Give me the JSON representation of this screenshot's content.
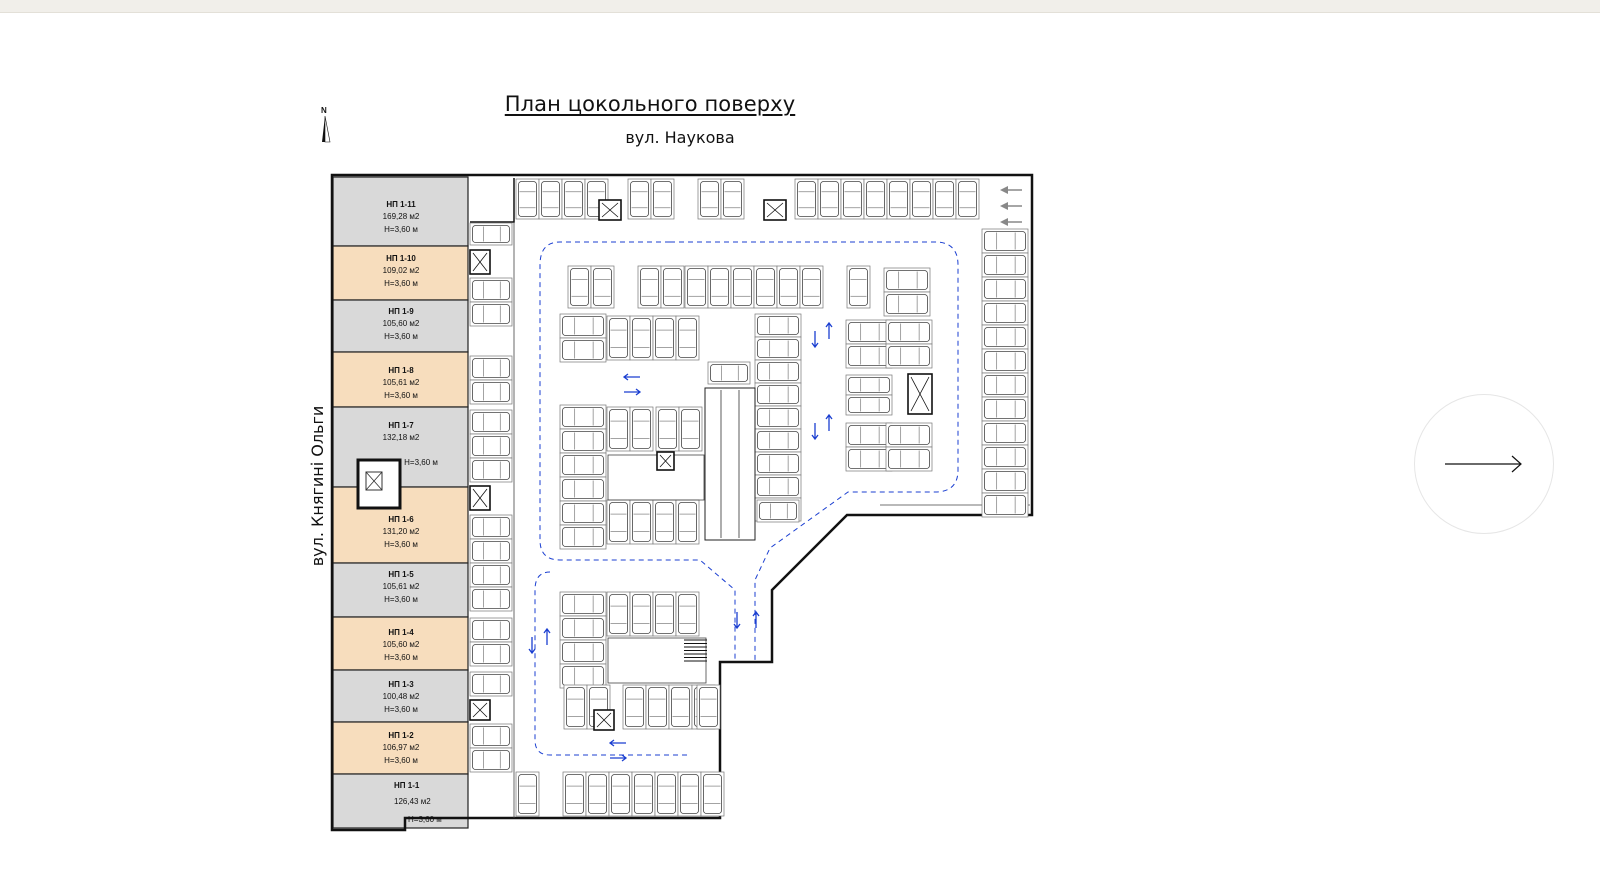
{
  "title": "План цокольного поверху",
  "street_top": "вул. Наукова",
  "street_left": "вул. Княгині Ольги",
  "north_label": "N",
  "colors": {
    "commercial_grey": "#d9d9d9",
    "commercial_peach": "#f7ddbd",
    "wall": "#111111",
    "arrow": "#1b3fd1",
    "background": "#ffffff"
  },
  "units": [
    {
      "name": "НП 1-11",
      "area": "169,28 м2",
      "height": "H=3,60 м",
      "color": "grey"
    },
    {
      "name": "НП 1-10",
      "area": "109,02 м2",
      "height": "H=3,60 м",
      "color": "peach"
    },
    {
      "name": "НП 1-9",
      "area": "105,60 м2",
      "height": "H=3,60 м",
      "color": "grey"
    },
    {
      "name": "НП 1-8",
      "area": "105,61 м2",
      "height": "H=3,60 м",
      "color": "peach"
    },
    {
      "name": "НП 1-7",
      "area": "132,18 м2",
      "height": "H=3,60 м",
      "color": "grey"
    },
    {
      "name": "НП 1-6",
      "area": "131,20 м2",
      "height": "H=3,60 м",
      "color": "peach"
    },
    {
      "name": "НП 1-5",
      "area": "105,61 м2",
      "height": "H=3,60 м",
      "color": "grey"
    },
    {
      "name": "НП 1-4",
      "area": "105,60 м2",
      "height": "H=3,60 м",
      "color": "peach"
    },
    {
      "name": "НП 1-3",
      "area": "100,48 м2",
      "height": "H=3,60 м",
      "color": "grey"
    },
    {
      "name": "НП 1-2",
      "area": "106,97 м2",
      "height": "H=3,60 м",
      "color": "peach"
    },
    {
      "name": "НП 1-1",
      "area": "126,43 м2",
      "height": "H=3,60 м",
      "color": "grey"
    }
  ],
  "next_button": {
    "icon": "arrow-right-icon"
  }
}
